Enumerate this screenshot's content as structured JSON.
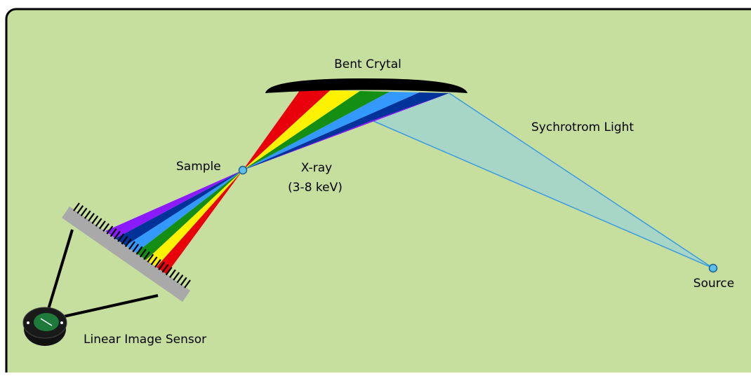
{
  "labels": {
    "bent_crystal": "Bent Crytal",
    "synchrotron_light": "Sychrotrom Light",
    "sample": "Sample",
    "xray_line1": "X-ray",
    "xray_line2": "(3-8 keV)",
    "source": "Source",
    "sensor": "Linear Image Sensor"
  },
  "colors": {
    "background": "#c6df9e",
    "border": "#000000",
    "beam_fill": "#a8d6c6",
    "beam_edge": "#3a9be0",
    "point_fill": "#5bc0f0",
    "crystal": "#000000",
    "detector": "#a9a9a9",
    "spectrum": [
      "#e8000b",
      "#fff200",
      "#148f14",
      "#3399ff",
      "#003399",
      "#8c1aff"
    ]
  }
}
